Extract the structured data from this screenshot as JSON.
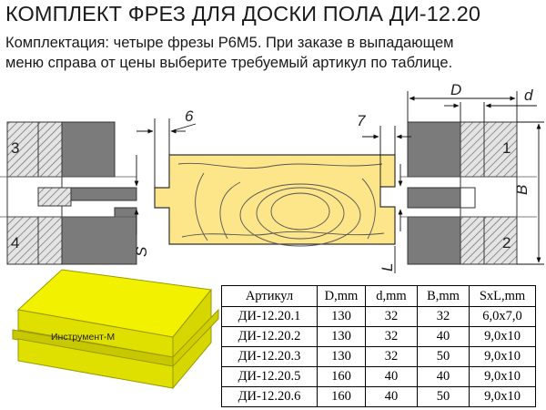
{
  "header": {
    "title": "КОМПЛЕКТ ФРЕЗ ДЛЯ ДОСКИ ПОЛА ДИ-12.20",
    "line1": "Комплектация: четыре фрезы Р6М5. При заказе в выпадающем",
    "line2": "меню справа от цены выберите требуемый артикул по таблице."
  },
  "drawing": {
    "cutter_numbers": [
      "3",
      "4",
      "1",
      "2"
    ],
    "dims": {
      "D": "D",
      "d": "d",
      "B": "B",
      "S": "S",
      "L": "L",
      "six": "6",
      "seven": "7"
    },
    "brand": "Инструмент-М",
    "colors": {
      "wood": "#FDE58A",
      "steel": "#7B7B7B",
      "hatch_bg": "#E4E4E4",
      "block": "#F2F200"
    }
  },
  "table": {
    "headers": [
      "Артикул",
      "D,mm",
      "d,mm",
      "B,mm",
      "SxL,mm"
    ],
    "rows": [
      [
        "ДИ-12.20.1",
        "130",
        "32",
        "32",
        "6,0x7,0"
      ],
      [
        "ДИ-12.20.2",
        "130",
        "32",
        "40",
        "9,0x10"
      ],
      [
        "ДИ-12.20.3",
        "130",
        "32",
        "50",
        "9,0x10"
      ],
      [
        "ДИ-12.20.5",
        "160",
        "40",
        "40",
        "9,0x10"
      ],
      [
        "ДИ-12.20.6",
        "160",
        "40",
        "50",
        "9,0x10"
      ]
    ]
  }
}
